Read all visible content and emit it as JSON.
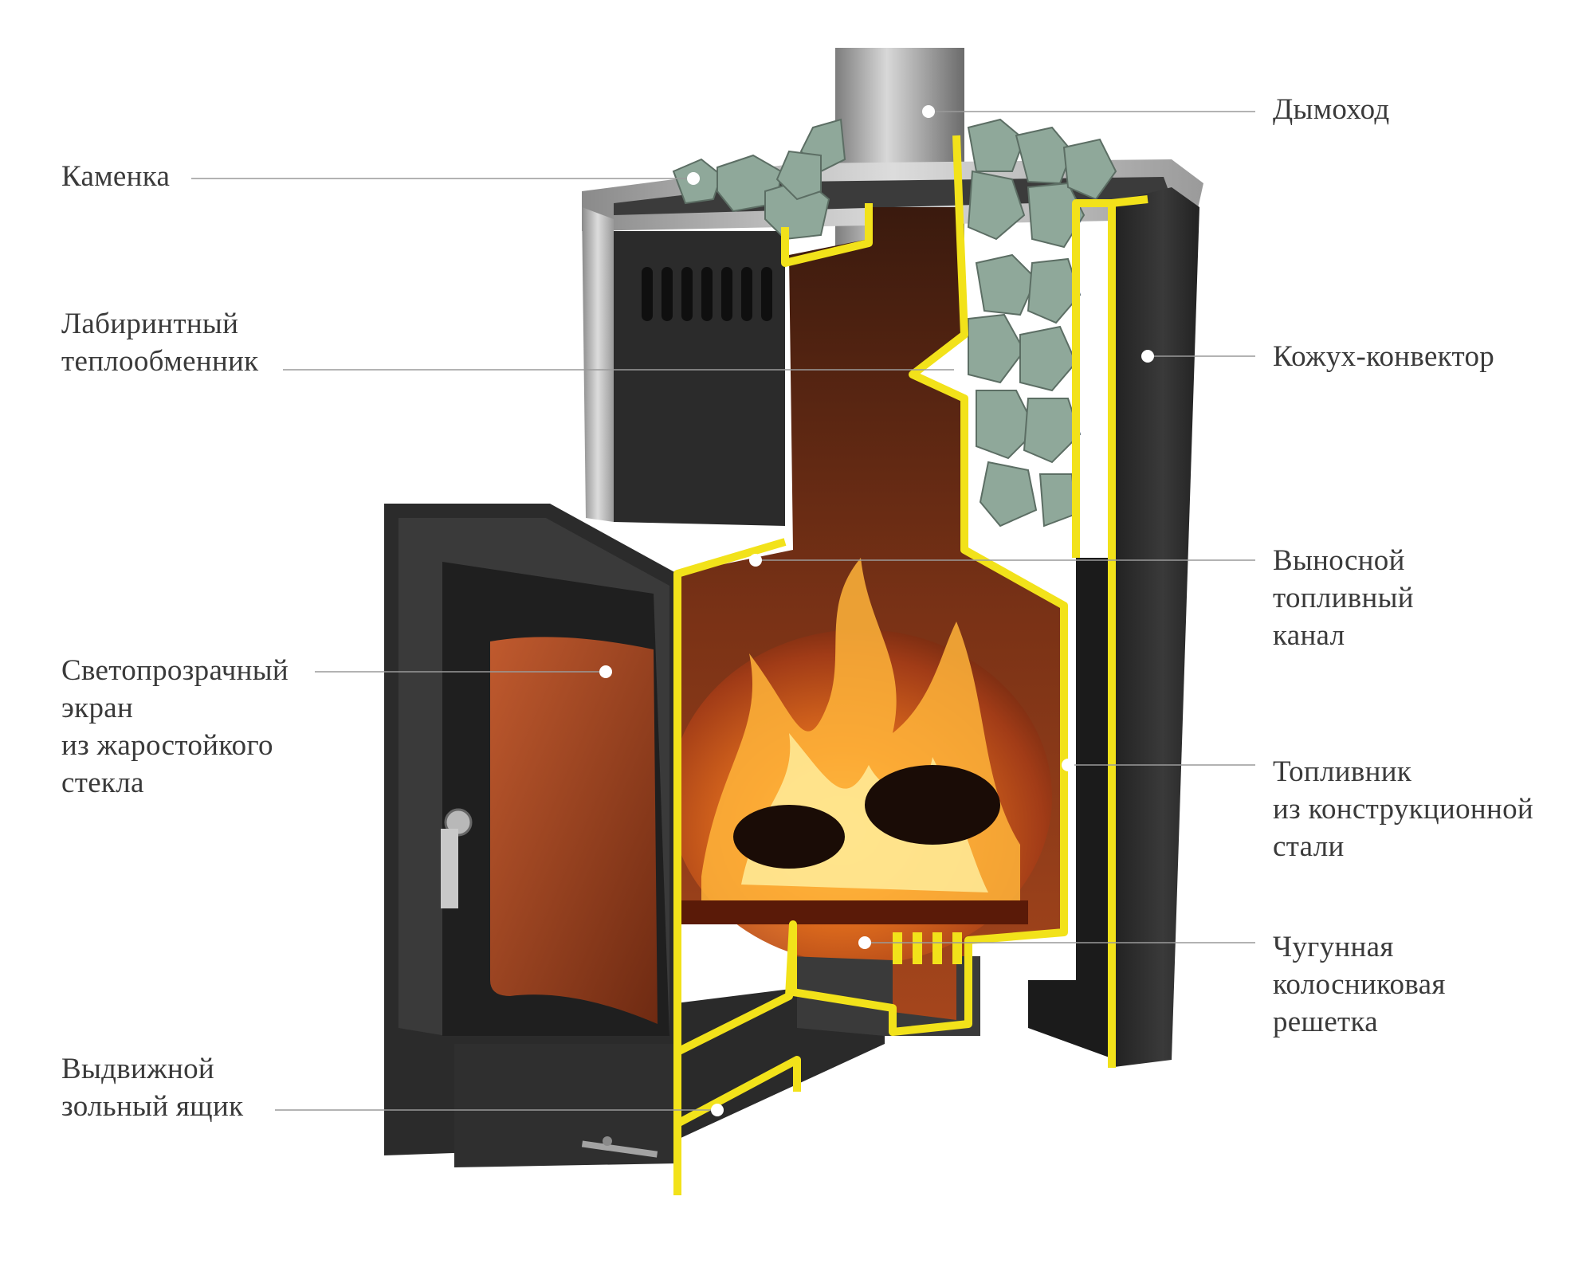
{
  "labels": {
    "kamenka": "Каменка",
    "heat_exchanger": [
      "Лабиринтный",
      "теплообменник"
    ],
    "glass_screen": [
      "Светопрозрачный",
      "экран",
      "из жаростойкого",
      "стекла"
    ],
    "ash_box": [
      "Выдвижной",
      "зольный ящик"
    ],
    "chimney": "Дымоход",
    "convector_casing": "Кожух-конвектор",
    "fuel_channel": [
      "Выносной",
      "топливный",
      "канал"
    ],
    "firebox": [
      "Топливник",
      "из конструкционной",
      "стали"
    ],
    "grate": [
      "Чугунная",
      "колосниковая",
      "решетка"
    ]
  },
  "colors": {
    "section_outline": "#f2e21a",
    "body": "#2b2b2b",
    "fire_glow": "#a8401a",
    "stones": "#8fa89a",
    "steel": "#b9b9b9",
    "leader": "#9a9a9a"
  }
}
